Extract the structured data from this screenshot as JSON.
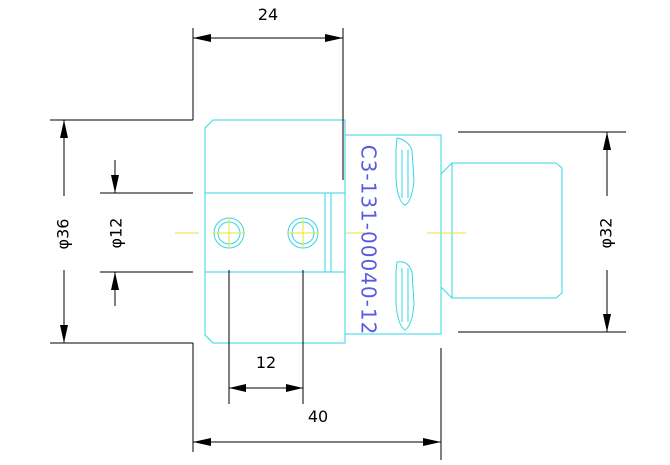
{
  "dimensions": {
    "top_length": "24",
    "overall_length": "40",
    "hole_spacing": "12",
    "left_diameter": "φ36",
    "bore_diameter": "φ12",
    "right_diameter": "φ32"
  },
  "part_number": "C3-131-00040-12",
  "colors": {
    "outline": "#33d6e6",
    "centerline": "#e6e633",
    "dimension": "#000000",
    "part_number": "#5a5ae0"
  }
}
